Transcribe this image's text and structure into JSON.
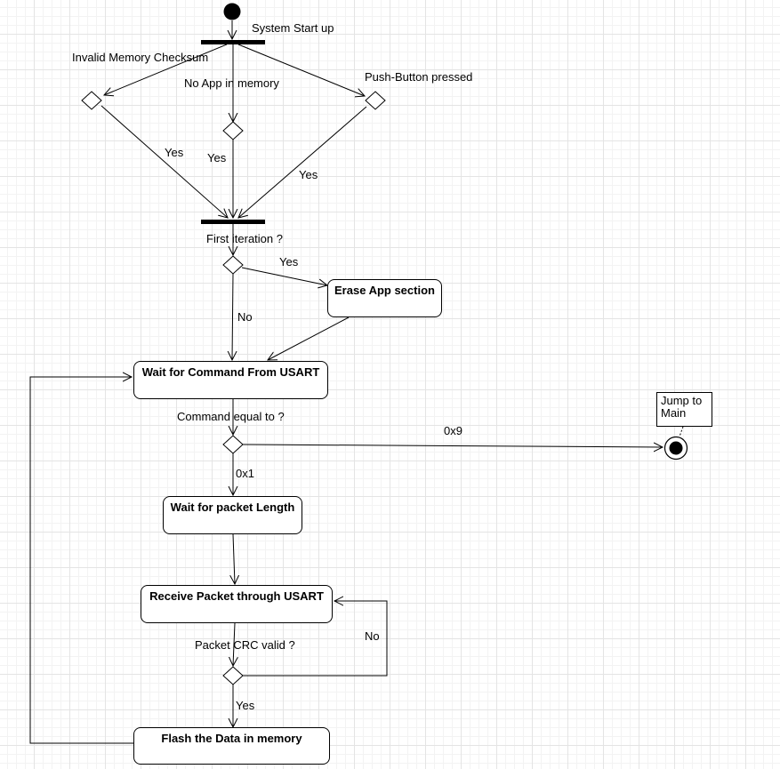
{
  "nodes": {
    "erase_app": "Erase App section",
    "wait_command": "Wait for Command From USART",
    "wait_length": "Wait for packet Length",
    "receive_packet": "Receive Packet through USART",
    "flash_data": "Flash the Data in memory"
  },
  "labels": {
    "system_startup": "System Start up",
    "invalid_checksum": "Invalid Memory Checksum",
    "no_app": "No App in memory",
    "push_button": "Push-Button pressed",
    "yes_left": "Yes",
    "yes_mid": "Yes",
    "yes_right": "Yes",
    "first_iteration": "First iteration ?",
    "yes_erase": "Yes",
    "no_first": "No",
    "command_equal": "Command equal to ?",
    "opt_0x9": "0x9",
    "opt_0x1": "0x1",
    "crc_valid": "Packet CRC valid ?",
    "crc_no": "No",
    "crc_yes": "Yes"
  },
  "note": {
    "jump_line1": "Jump to",
    "jump_line2": "Main"
  }
}
